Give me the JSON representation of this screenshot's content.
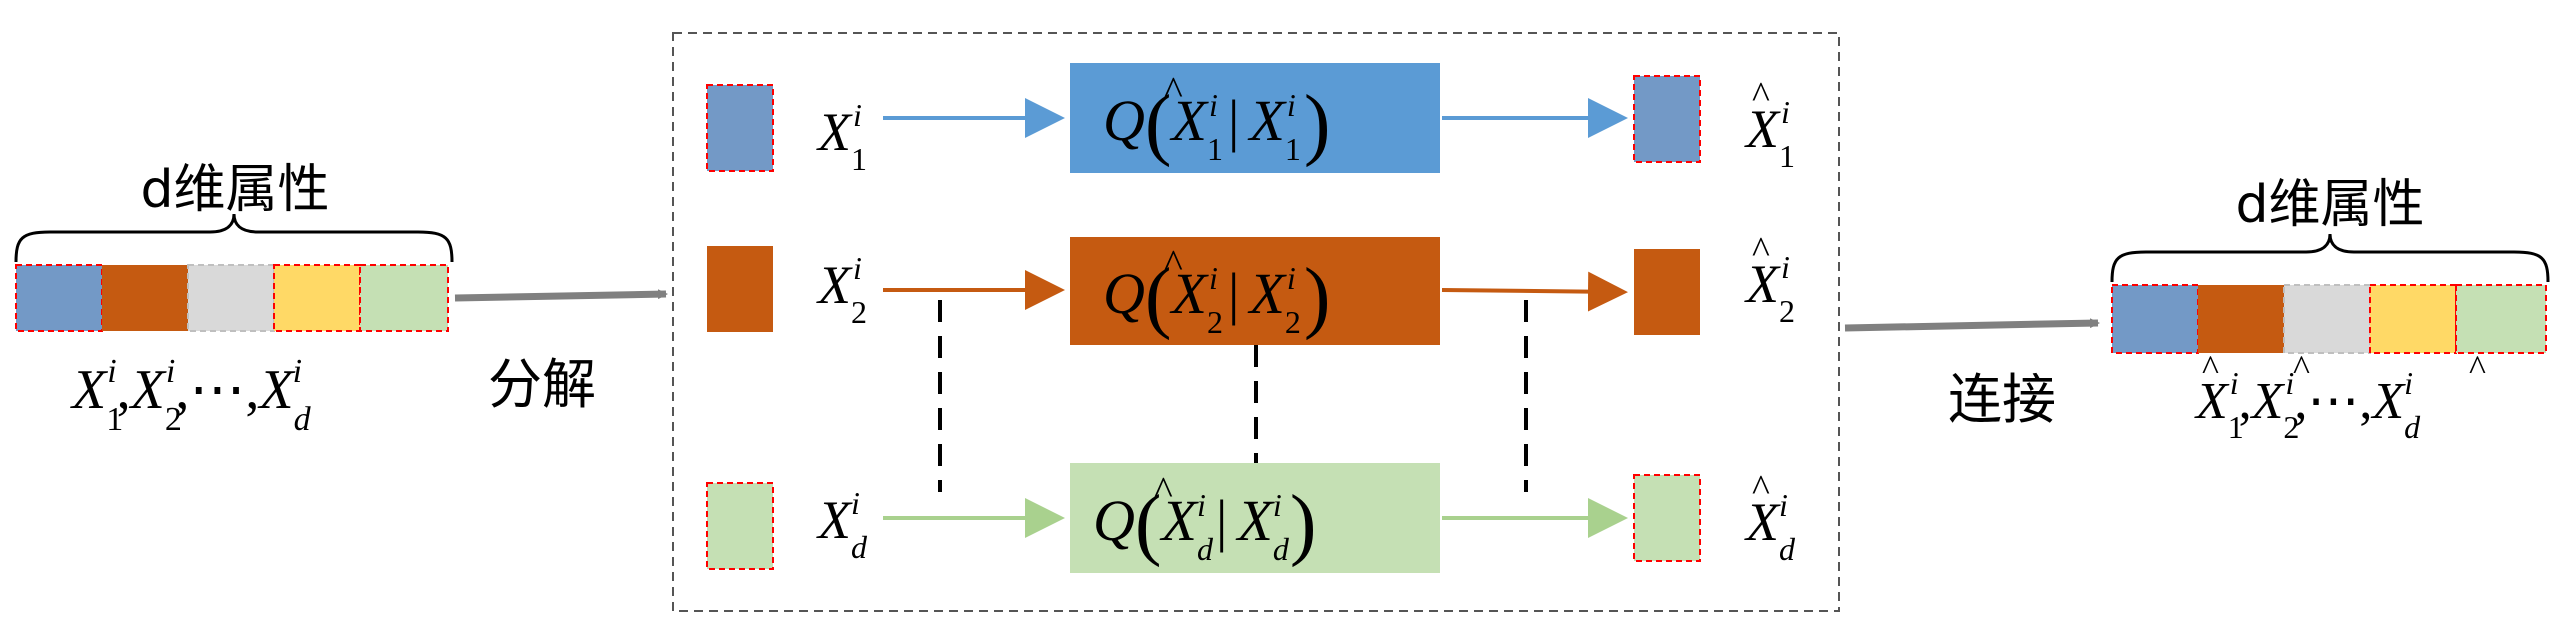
{
  "colors": {
    "blue": "#7399c6",
    "orange": "#c55a11",
    "gray": "#d9d9d9",
    "yellow": "#ffd966",
    "green": "#c5e0b4",
    "q_blue": "#5b9bd5",
    "arrow_blue": "#5b9bd5",
    "arrow_orange": "#c55a11",
    "arrow_green": "#a9d18e",
    "main_arrow": "#808080",
    "dashed_outline": "#ff0000"
  },
  "input": {
    "brace_label": "d维属性",
    "var_x": "X",
    "sup": "i",
    "subs": [
      "1",
      "2",
      "d"
    ],
    "dots": "⋯"
  },
  "split_label": "分解",
  "join_label": "连接",
  "rows": [
    {
      "in_sub": "1",
      "q_sub": "1",
      "out_sub": "1",
      "color": "blue"
    },
    {
      "in_sub": "2",
      "q_sub": "2",
      "out_sub": "2",
      "color": "orange"
    },
    {
      "in_sub": "d",
      "q_sub": "d",
      "out_sub": "d",
      "color": "green"
    }
  ],
  "q_text": {
    "q": "Q",
    "bar": "|",
    "hat": "^"
  },
  "output": {
    "brace_label": "d维属性",
    "var_x": "X",
    "sup": "i",
    "subs": [
      "1",
      "2",
      "d"
    ],
    "dots": "⋯"
  }
}
